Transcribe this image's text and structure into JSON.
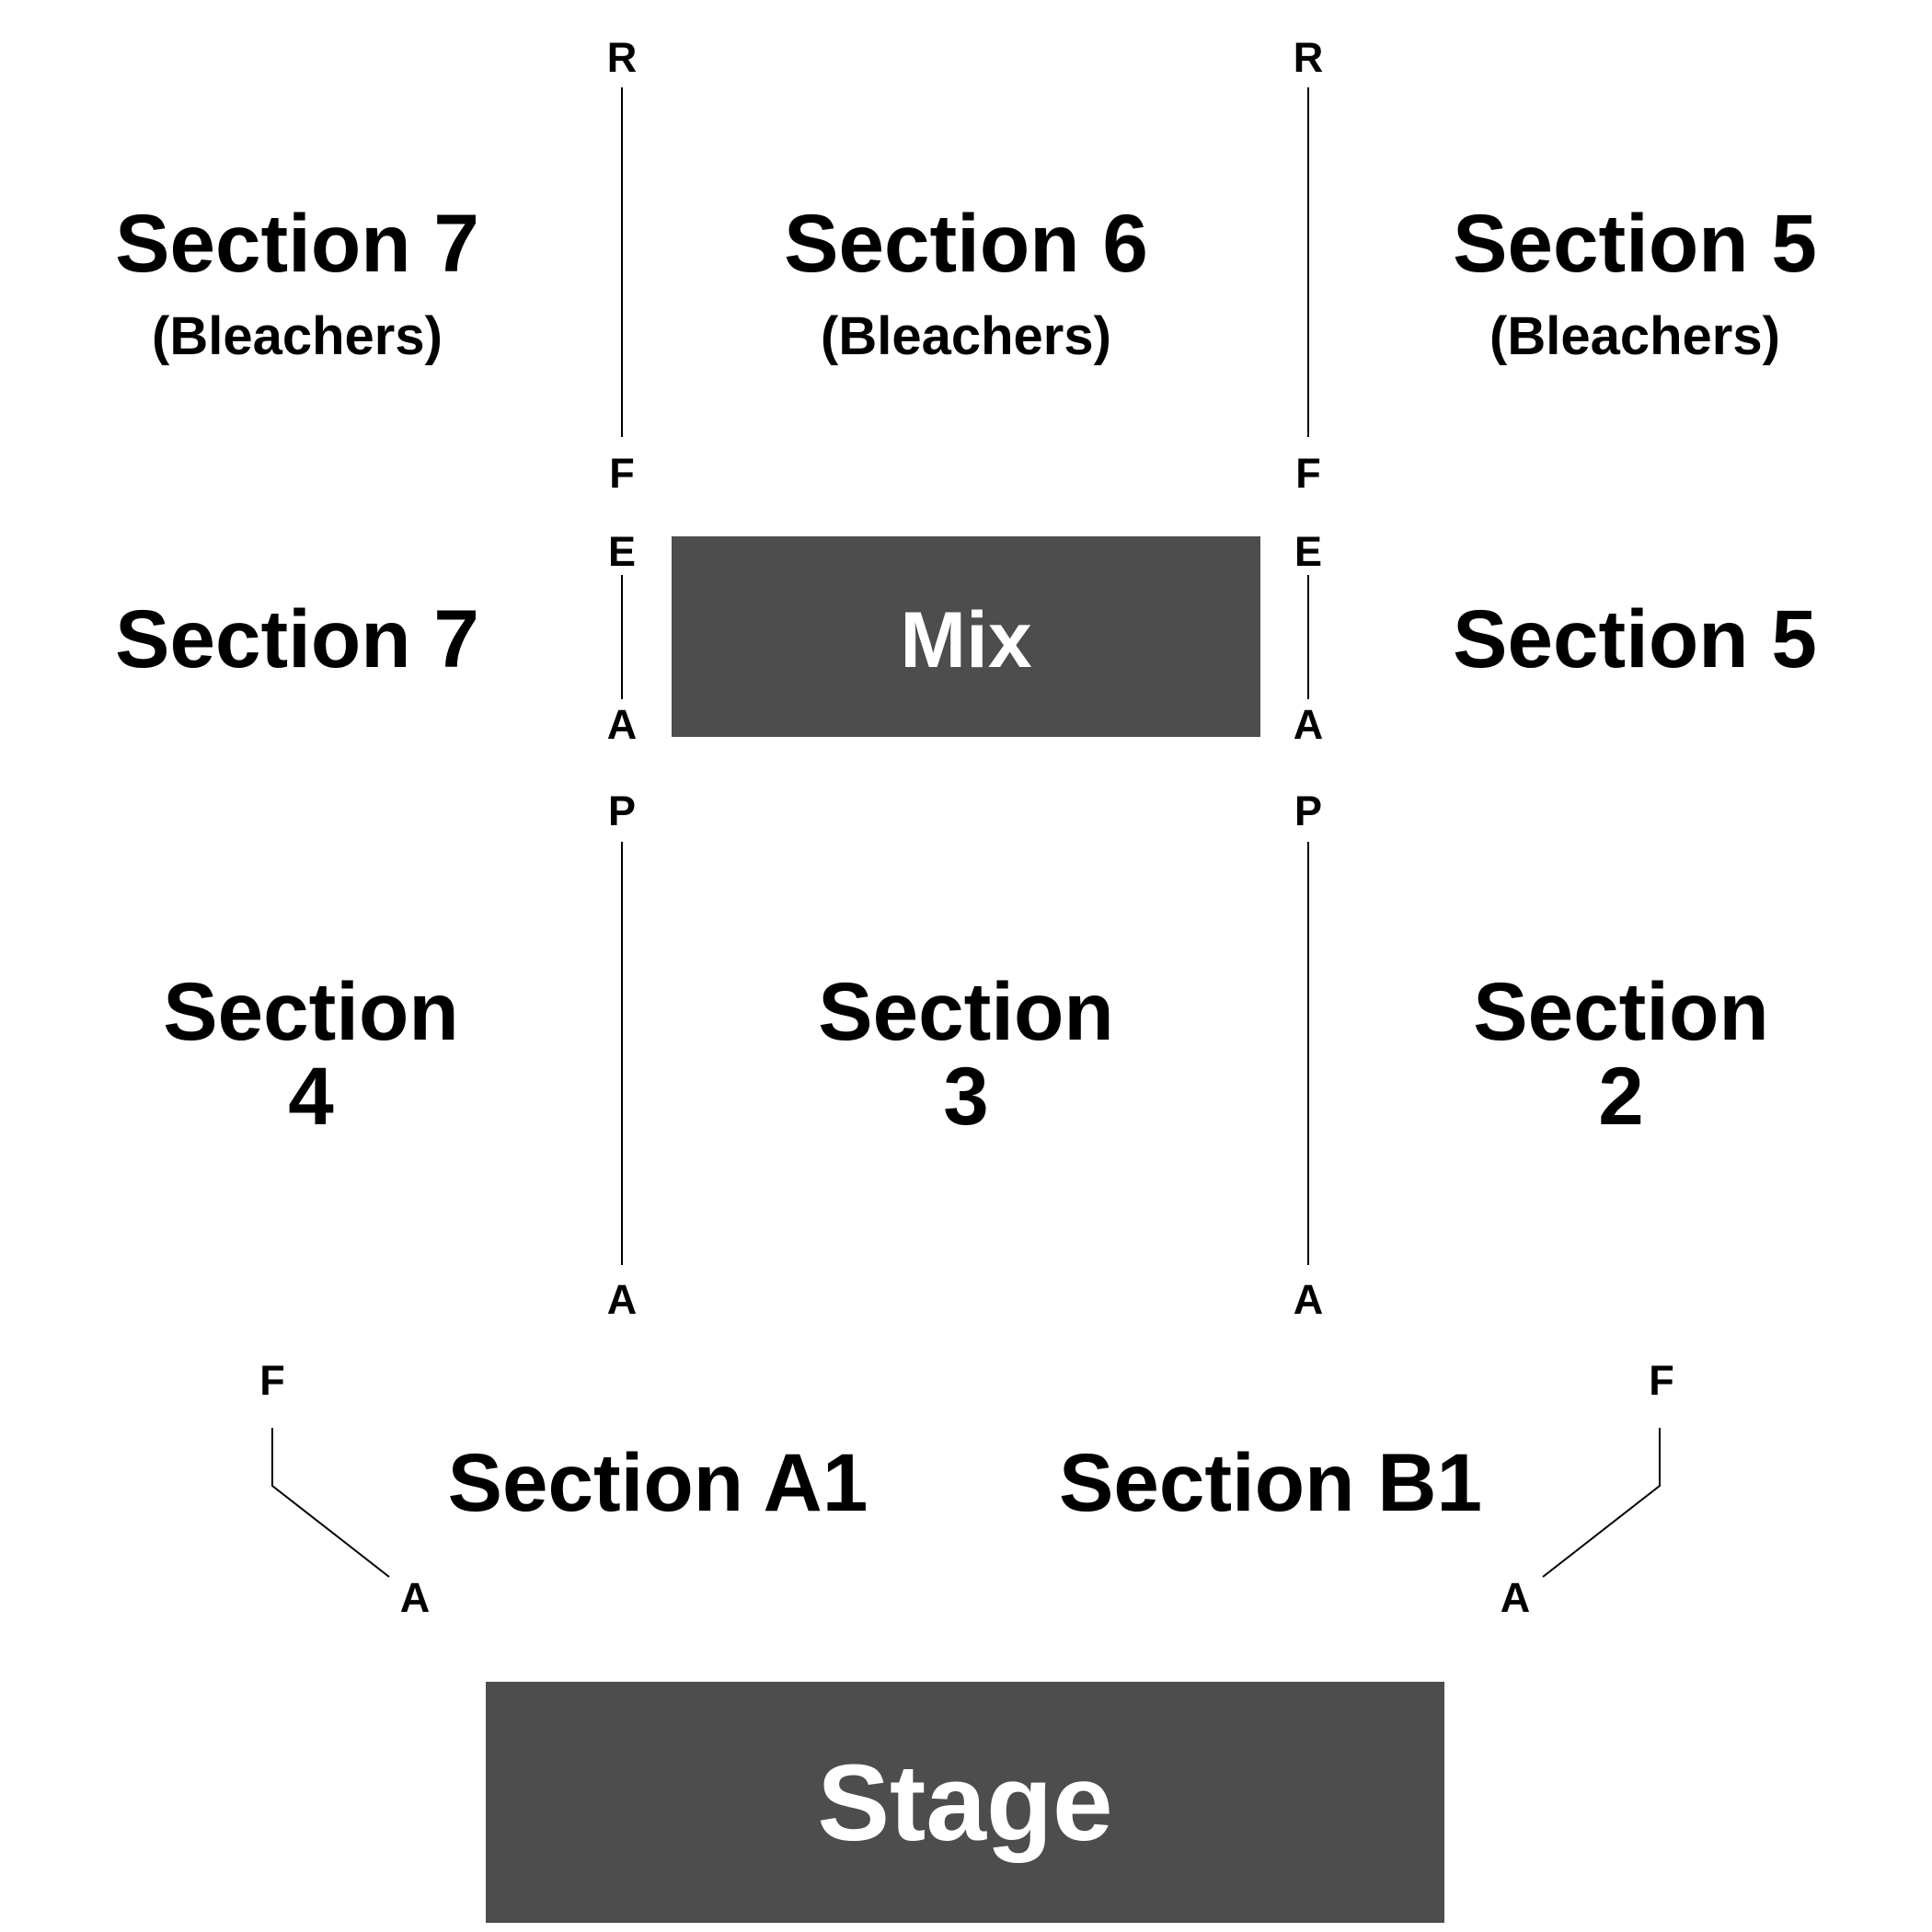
{
  "colors": {
    "background": "#ffffff",
    "text": "#000000",
    "block_fill": "#4d4d4d",
    "block_text": "#ffffff",
    "aisle_line": "#000000"
  },
  "sections": {
    "s7_bleachers": {
      "name": "Section 7",
      "note": "(Bleachers)"
    },
    "s6_bleachers": {
      "name": "Section 6",
      "note": "(Bleachers)"
    },
    "s5_bleachers": {
      "name": "Section 5",
      "note": "(Bleachers)"
    },
    "s7_floor": {
      "name": "Section 7"
    },
    "s5_floor": {
      "name": "Section 5"
    },
    "s4": {
      "line1": "Section",
      "line2": "4"
    },
    "s3": {
      "line1": "Section",
      "line2": "3"
    },
    "s2": {
      "line1": "Section",
      "line2": "2"
    },
    "a1": {
      "name": "Section A1"
    },
    "b1": {
      "name": "Section B1"
    }
  },
  "blocks": {
    "mix": "Mix",
    "stage": "Stage"
  },
  "rows": {
    "left_aisle": {
      "bleacher_back": "R",
      "bleacher_front": "F",
      "mid_back": "E",
      "mid_front": "A",
      "lower_back": "P",
      "lower_front": "A"
    },
    "right_aisle": {
      "bleacher_back": "R",
      "bleacher_front": "F",
      "mid_back": "E",
      "mid_front": "A",
      "lower_back": "P",
      "lower_front": "A"
    },
    "a1_back": "F",
    "a1_front": "A",
    "b1_back": "F",
    "b1_front": "A"
  }
}
